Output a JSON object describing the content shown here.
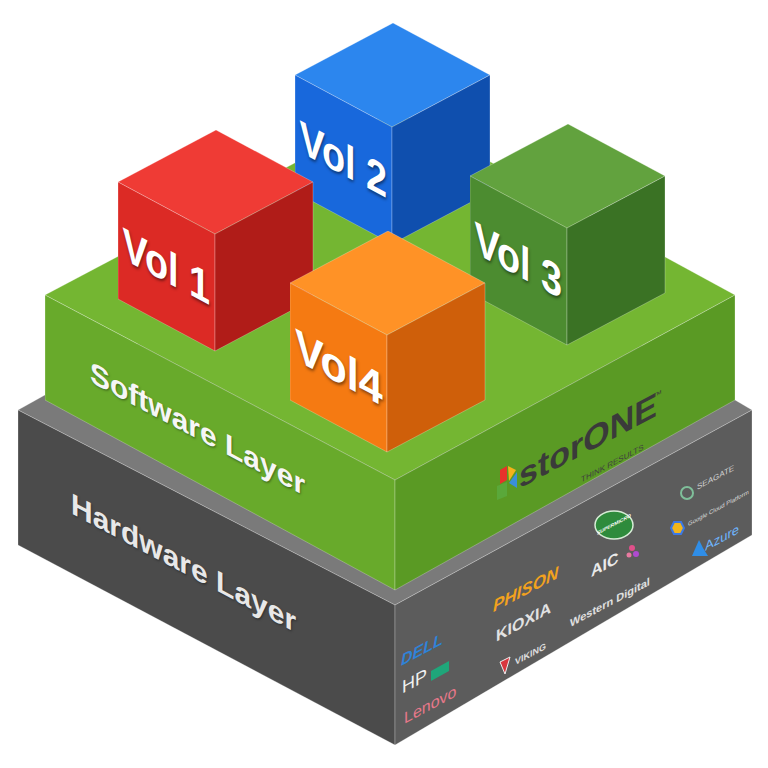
{
  "diagram": {
    "nodes": [
      {
        "text": [
          "Vol 1"
        ]
      },
      {
        "text": [
          "Vol 2"
        ]
      },
      {
        "text": [
          "Vol 3"
        ]
      },
      {
        "text": [
          "Vol4"
        ]
      },
      {
        "text": [
          "Software Layer"
        ]
      },
      {
        "text": [
          "Hardware Layer"
        ]
      }
    ],
    "labels": [
      "storONE",
      "™",
      "THINK RESULTS",
      "SEAGATE",
      "Google Cloud Platform",
      "Azure",
      "SUPERMICRO",
      "PHISON",
      "AIC",
      "Western Digital",
      "KIOXIA",
      "VIKING",
      "DELL",
      "HP",
      "Lenovo"
    ]
  }
}
